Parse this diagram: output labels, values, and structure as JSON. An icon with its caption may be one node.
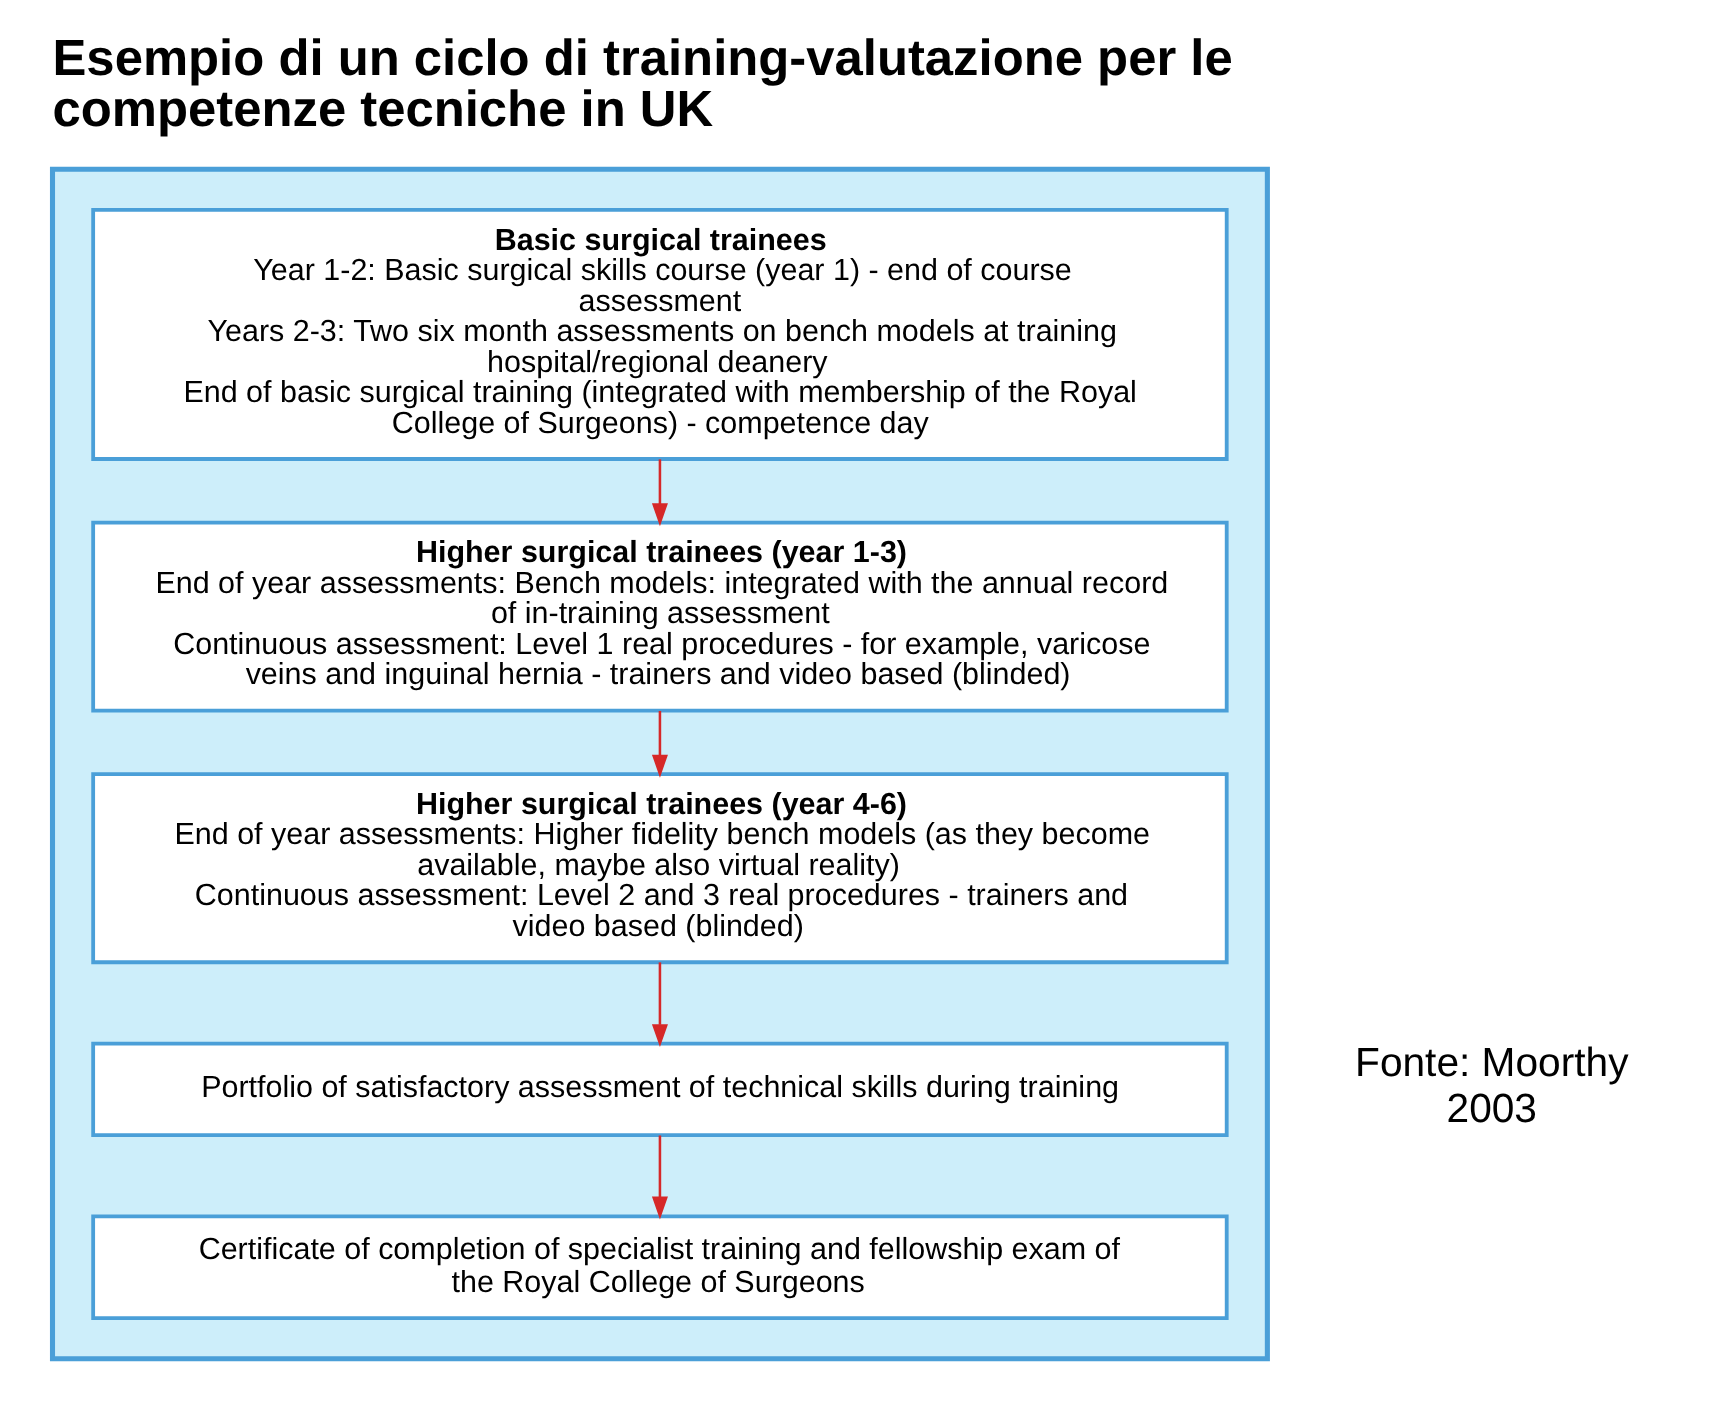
{
  "diagram": {
    "title": "Esempio di un ciclo di training-valutazione per le competenze tecniche in UK",
    "nodes": [
      {
        "text": [],
        "shape": "box"
      },
      {
        "text": [
          "Basic surgical trainees",
          "Year 1-2: Basic surgical skills course (year 1) - end of course assessment",
          "Years 2-3: Two six month assessments on bench models at training hospital/regional deanery",
          "End of basic surgical training (integrated with membership of the Royal College of Surgeons) - competence day"
        ],
        "in": 0
      },
      {
        "text": [
          "Higher surgical trainees (year 1-3)",
          "End of year assessments: Bench models: integrated with the annual record of in-training assessment",
          "Continuous assessment: Level 1 real procedures - for example, varicose veins and inguinal hernia - trainers and video based (blinded)"
        ],
        "in": 0
      },
      {
        "text": [
          "Higher surgical trainees (year 4-6)",
          "End of year assessments: Higher fidelity bench models (as they become available, maybe also virtual reality)",
          "Continuous assessment: Level 2 and 3 real procedures - trainers and video based (blinded)"
        ],
        "in": 0
      },
      {
        "text": [
          "Portfolio of satisfactory assessment of technical skills during training"
        ],
        "in": 0
      },
      {
        "text": [
          "Certificate of completion of specialist training and fellowship exam of the Royal College of Surgeons"
        ],
        "in": 0
      }
    ],
    "edges": [
      {
        "from": 1,
        "to": 2,
        "arrow": "to",
        "color": "#d62828"
      },
      {
        "from": 2,
        "to": 3,
        "arrow": "to",
        "color": "#d62828"
      },
      {
        "from": 3,
        "to": 4,
        "arrow": "to",
        "color": "#d62828"
      },
      {
        "from": 4,
        "to": 5,
        "arrow": "to",
        "color": "#d62828"
      }
    ],
    "labels": [
      "Fonte: Moorthy 2003"
    ]
  }
}
